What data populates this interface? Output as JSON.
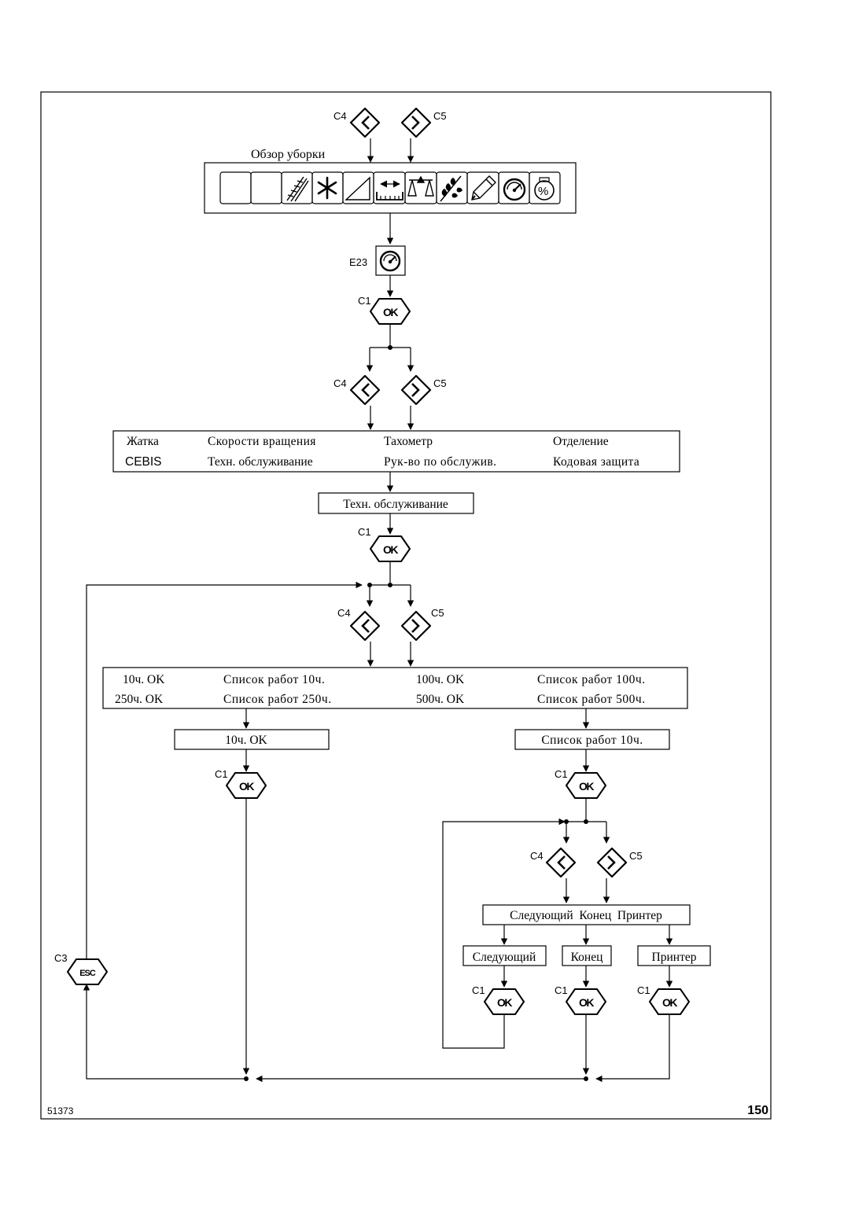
{
  "figure": {
    "id": "51373",
    "page_number": "150"
  },
  "overview": {
    "title": "Обзор уборки",
    "nav_left": "C4",
    "nav_right": "C5",
    "icons": [
      "blank",
      "blank",
      "header-icon",
      "rotor-speed-icon",
      "area-icon",
      "separation-width-icon",
      "scale-icon",
      "grain-icon",
      "pencil-icon",
      "gauge-icon",
      "percent-counter-icon"
    ],
    "selected_code": "E23",
    "ok_code": "C1"
  },
  "keys": {
    "ok": "OK",
    "esc": "ESC"
  },
  "menu": {
    "row1": [
      "Жатка",
      "Скорости вращения",
      "Тахометр",
      "Отделение"
    ],
    "row2": [
      "CEBIS",
      "Техн. обслуживание",
      "Рук-во по обслужив.",
      "Кодовая защита"
    ],
    "selected": "Техн. обслуживание"
  },
  "maintenance": {
    "row1": [
      "10ч. OK",
      "Список работ 10ч.",
      "100ч. OK",
      "Список работ 100ч."
    ],
    "row2": [
      "250ч. OK",
      "Список работ 250ч.",
      "500ч. OK",
      "Список работ 500ч."
    ],
    "left_selected": "10ч. OK",
    "right_selected": "Список работ 10ч."
  },
  "worklist": {
    "options": "Следующий  Конец  Принтер",
    "next": "Следующий",
    "end": "Конец",
    "printer": "Принтер"
  },
  "codes": {
    "c1": "C1",
    "c3": "C3",
    "c4": "C4",
    "c5": "C5"
  }
}
